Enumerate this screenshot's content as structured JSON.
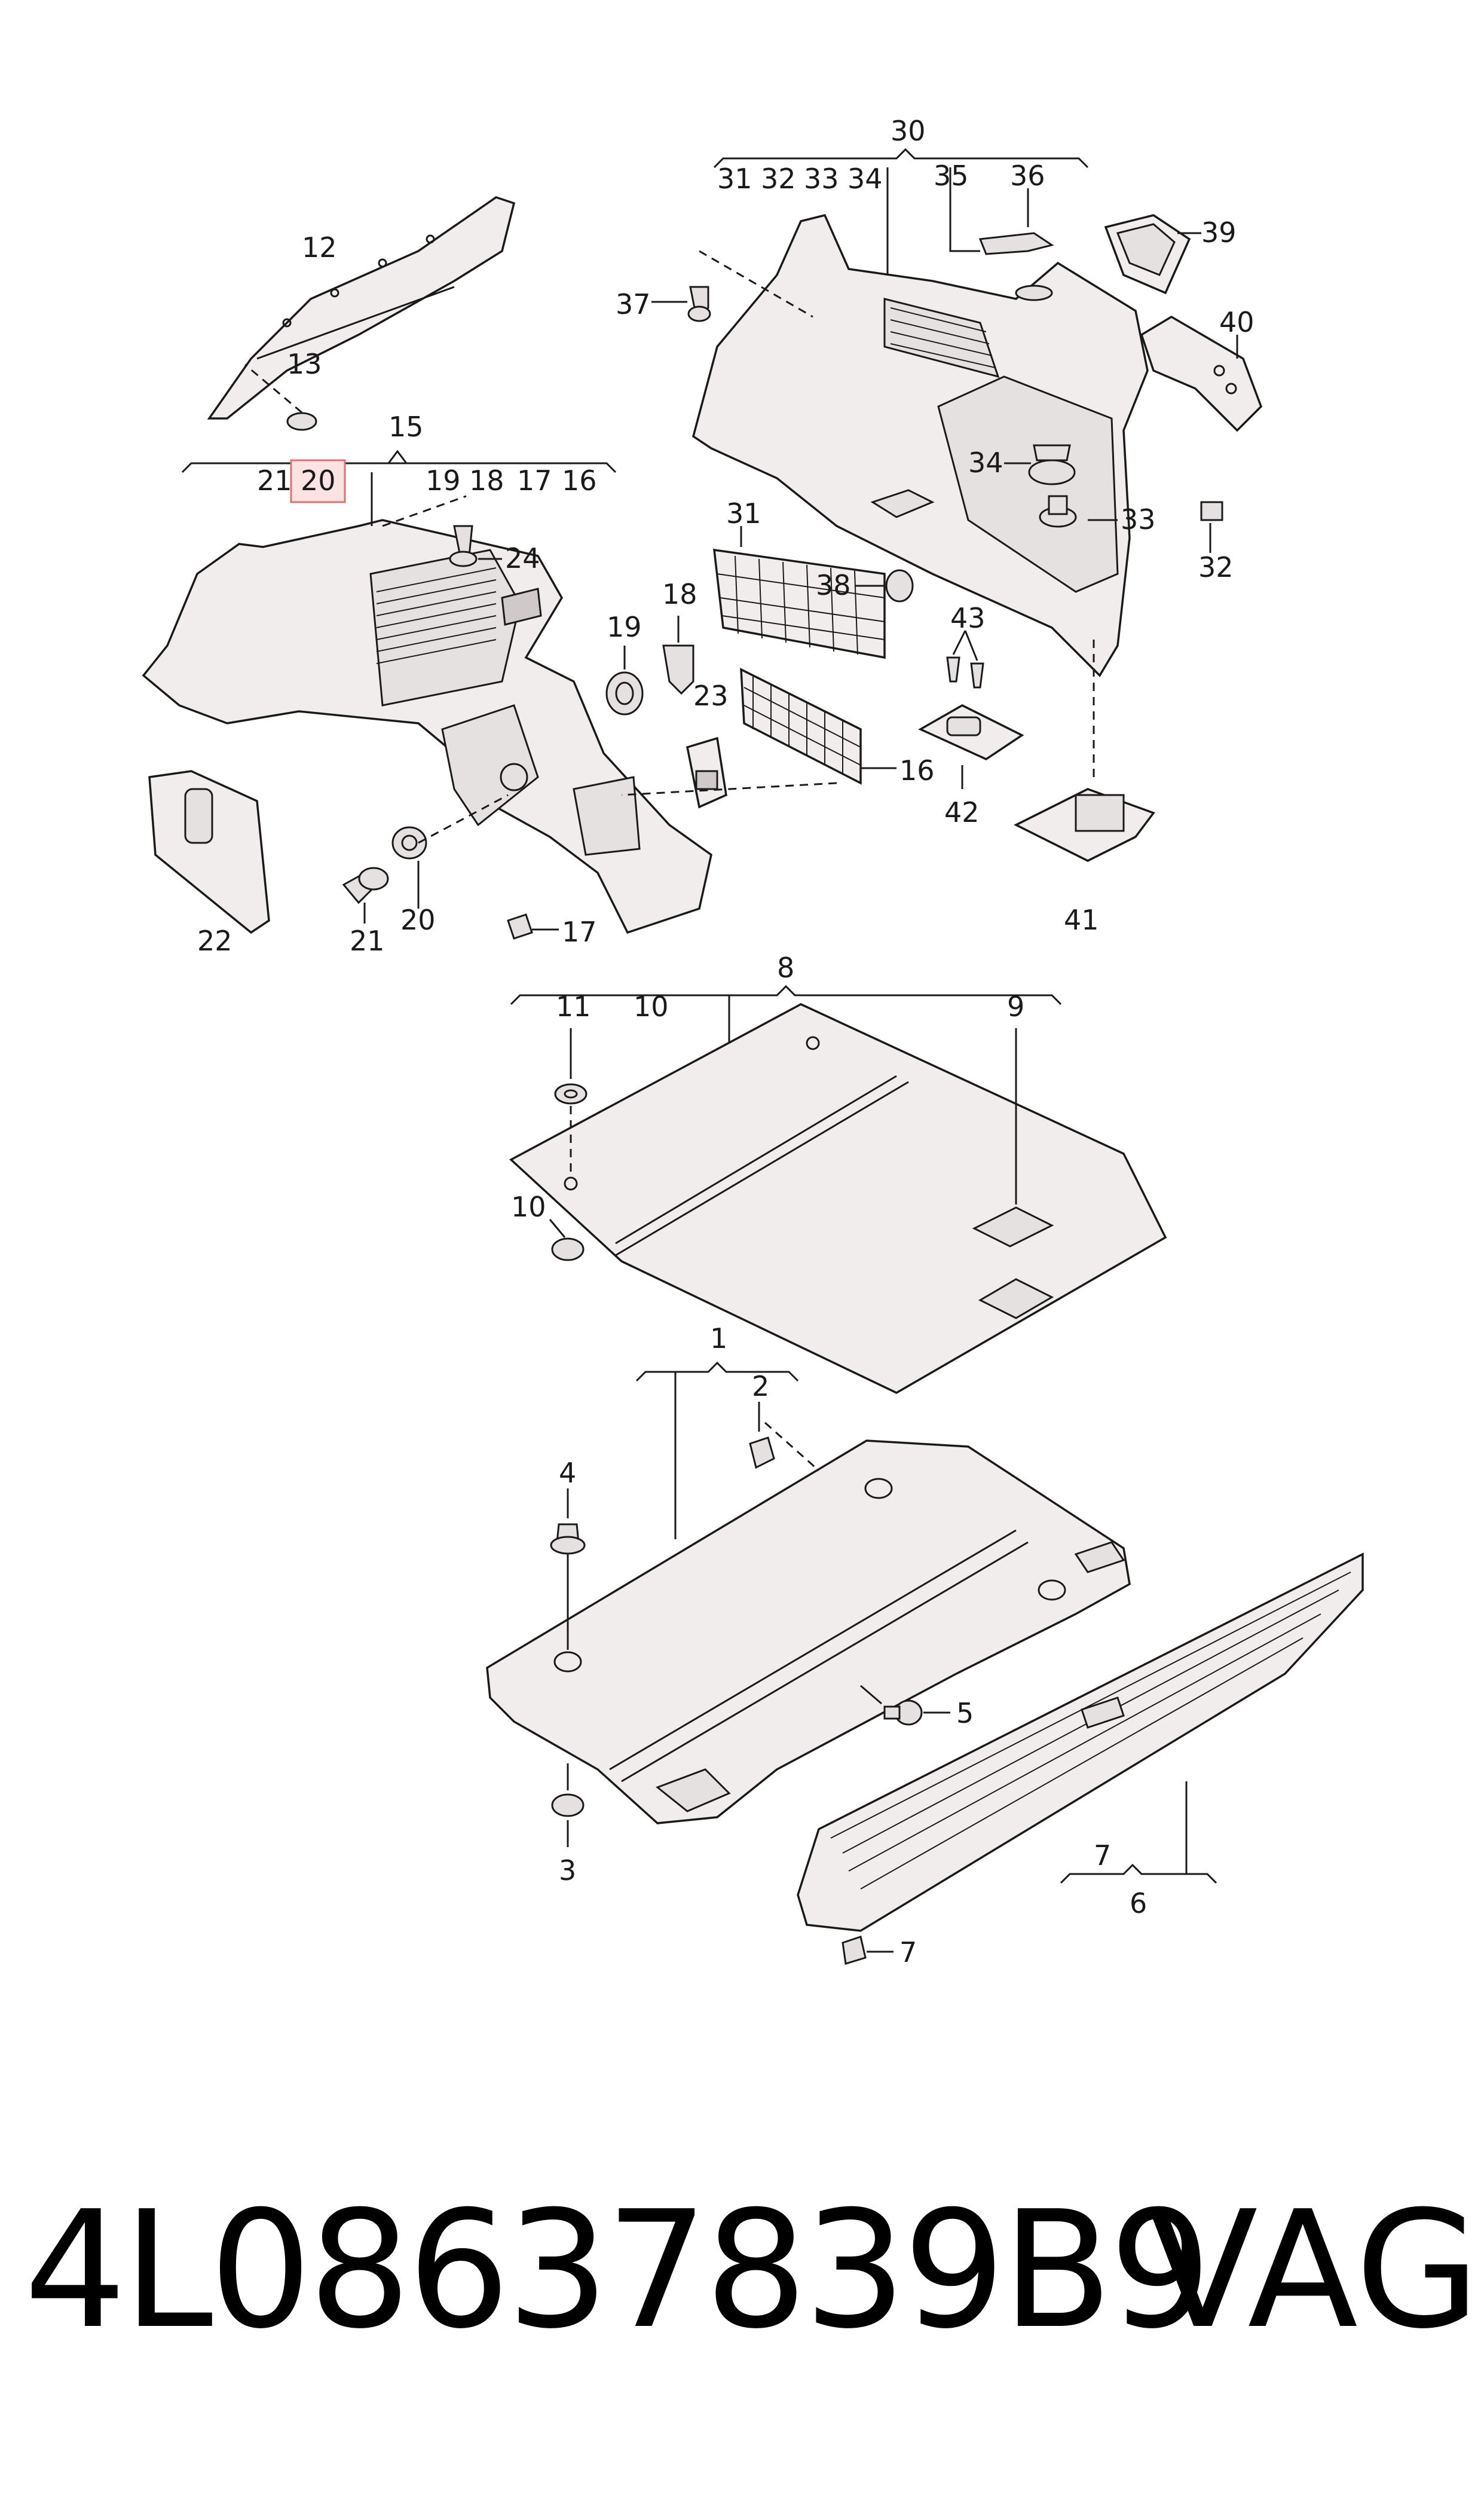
{
  "callouts": {
    "c1": "1",
    "c2": "2",
    "c3": "3",
    "c4": "4",
    "c5": "5",
    "c6": "6",
    "c7a": "7",
    "c7b": "7",
    "c8": "8",
    "c9": "9",
    "c10a": "10",
    "c10b": "10",
    "c11": "11",
    "c12": "12",
    "c13": "13",
    "c15": "15",
    "c16a": "16",
    "c16b": "16",
    "c17a": "17",
    "c17b": "17",
    "c18a": "18",
    "c18b": "18",
    "c19a": "19",
    "c19b": "19",
    "c20a": "20",
    "c20b": "20",
    "c21a": "21",
    "c21b": "21",
    "c22": "22",
    "c23": "23",
    "c24": "24",
    "c30": "30",
    "c31a": "31",
    "c31b": "31",
    "c32a": "32",
    "c32b": "32",
    "c33a": "33",
    "c33b": "33",
    "c34a": "34",
    "c34b": "34",
    "c35": "35",
    "c36": "36",
    "c37": "37",
    "c38": "38",
    "c39": "39",
    "c40": "40",
    "c41": "41",
    "c42": "42",
    "c43": "43"
  },
  "highlighted_callout": "20",
  "footer": {
    "part_number": "4L08637839B9",
    "brand": "VAG"
  },
  "colors": {
    "ink": "#1a1a1a",
    "part_fill": "#f1eded",
    "highlight_fill": "#fbe3e3",
    "highlight_stroke": "#e07070"
  }
}
